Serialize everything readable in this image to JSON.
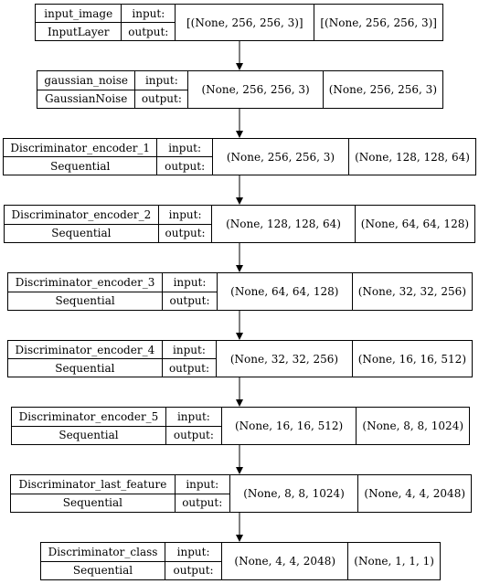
{
  "layers": [
    {
      "name": "input_image",
      "type": "InputLayer",
      "input_label": "input:",
      "output_label": "output:",
      "input_shape": "[(None, 256, 256, 3)]",
      "output_shape": "[(None, 256, 256, 3)]"
    },
    {
      "name": "gaussian_noise",
      "type": "GaussianNoise",
      "input_label": "input:",
      "output_label": "output:",
      "input_shape": "(None, 256, 256, 3)",
      "output_shape": "(None, 256, 256, 3)"
    },
    {
      "name": "Discriminator_encoder_1",
      "type": "Sequential",
      "input_label": "input:",
      "output_label": "output:",
      "input_shape": "(None, 256, 256, 3)",
      "output_shape": "(None, 128, 128, 64)"
    },
    {
      "name": "Discriminator_encoder_2",
      "type": "Sequential",
      "input_label": "input:",
      "output_label": "output:",
      "input_shape": "(None, 128, 128, 64)",
      "output_shape": "(None, 64, 64, 128)"
    },
    {
      "name": "Discriminator_encoder_3",
      "type": "Sequential",
      "input_label": "input:",
      "output_label": "output:",
      "input_shape": "(None, 64, 64, 128)",
      "output_shape": "(None, 32, 32, 256)"
    },
    {
      "name": "Discriminator_encoder_4",
      "type": "Sequential",
      "input_label": "input:",
      "output_label": "output:",
      "input_shape": "(None, 32, 32, 256)",
      "output_shape": "(None, 16, 16, 512)"
    },
    {
      "name": "Discriminator_encoder_5",
      "type": "Sequential",
      "input_label": "input:",
      "output_label": "output:",
      "input_shape": "(None, 16, 16, 512)",
      "output_shape": "(None, 8, 8, 1024)"
    },
    {
      "name": "Discriminator_last_feature",
      "type": "Sequential",
      "input_label": "input:",
      "output_label": "output:",
      "input_shape": "(None, 8, 8, 1024)",
      "output_shape": "(None, 4, 4, 2048)"
    },
    {
      "name": "Discriminator_class",
      "type": "Sequential",
      "input_label": "input:",
      "output_label": "output:",
      "input_shape": "(None, 4, 4, 2048)",
      "output_shape": "(None, 1, 1, 1)"
    }
  ]
}
